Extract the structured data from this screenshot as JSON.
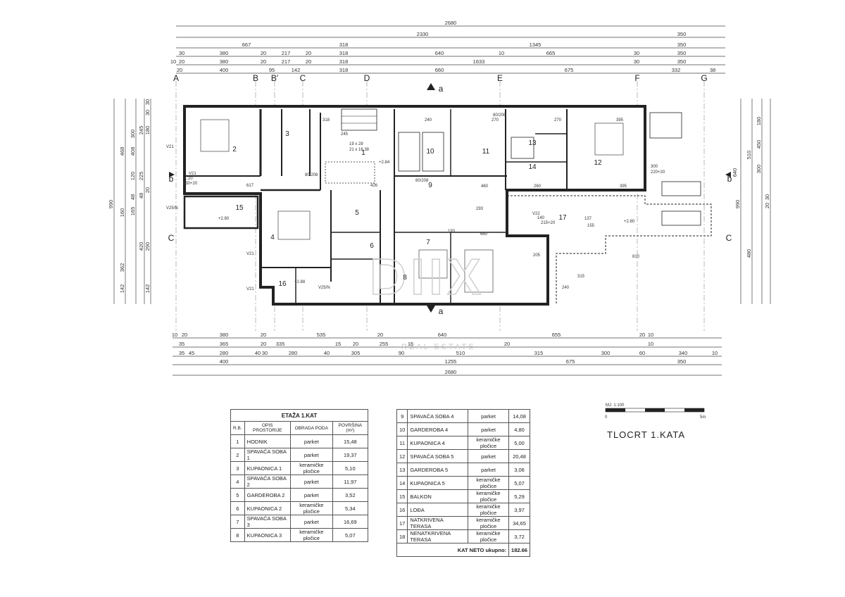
{
  "drawing": {
    "title": "TLOCRT 1.KATA",
    "scale_label": "MJ. 1:100",
    "scale_start": "0",
    "scale_end": "5m",
    "section_marker": "a",
    "section_side_marker": "b",
    "axes": [
      "A",
      "B",
      "B'",
      "C",
      "D",
      "E",
      "F",
      "G"
    ],
    "axis_side": "C",
    "top_dims": {
      "row1": [
        "2680"
      ],
      "row2": [
        "2330",
        "350"
      ],
      "row3": [
        "667",
        "318",
        "1345",
        "350"
      ],
      "row4": [
        "30",
        "380",
        "20",
        "217",
        "20",
        "318",
        "640",
        "10",
        "665",
        "30",
        "350"
      ],
      "row5": [
        "10",
        "20",
        "380",
        "20",
        "217",
        "20",
        "318",
        "1633",
        "30",
        "350"
      ],
      "row6": [
        "20",
        "400",
        "95",
        "142",
        "318",
        "660",
        "675",
        "332",
        "38"
      ]
    },
    "bottom_dims": {
      "row1": [
        "10",
        "20",
        "380",
        "20",
        "535",
        "20",
        "640",
        "655",
        "20",
        "10"
      ],
      "row2": [
        "35",
        "365",
        "20",
        "335",
        "15",
        "20",
        "255",
        "15",
        "20",
        "10"
      ],
      "row3": [
        "35",
        "45",
        "280",
        "40",
        "30",
        "280",
        "40",
        "305",
        "90",
        "510",
        "315",
        "300",
        "60",
        "340",
        "10"
      ],
      "row4": [
        "400",
        "1255",
        "675",
        "350"
      ],
      "row5": [
        "2680"
      ]
    },
    "left_dims": [
      "990",
      "468",
      "160",
      "362",
      "142",
      "300",
      "408",
      "120",
      "48",
      "165",
      "420",
      "245",
      "225",
      "48",
      "290",
      "180",
      "30",
      "30",
      "20",
      "142"
    ],
    "right_dims": [
      "990",
      "510",
      "480",
      "180",
      "450",
      "300",
      "640",
      "20",
      "30"
    ],
    "elevations": [
      "+2.84",
      "+2.80",
      "+2.88",
      "+2.80"
    ],
    "room_numbers": [
      "2",
      "3",
      "4",
      "5",
      "6",
      "7",
      "8",
      "9",
      "10",
      "11",
      "12",
      "13",
      "14",
      "15",
      "16",
      "17",
      "1"
    ],
    "plan_labels": [
      "617",
      "318",
      "245",
      "19 x 28",
      "21 x 16,38",
      "426",
      "80/208",
      "240",
      "270",
      "270",
      "395",
      "460",
      "260",
      "395",
      "193",
      "660",
      "293",
      "810",
      "205",
      "315",
      "137",
      "155",
      "240",
      "140",
      "215+20",
      "300",
      "220+20",
      "80/208",
      "80/208",
      "V21",
      "V21",
      "V25/N",
      "V21",
      "V25/N",
      "V22",
      "V21",
      "1:20",
      "130+20"
    ],
    "watermark": "DIIX",
    "watermark_sub": "REAL ESTATE"
  },
  "table": {
    "caption": "ETAŽA 1.KAT",
    "headers": {
      "rb": "R.B.",
      "opis": "OPIS PROSTORIJE",
      "obrada": "OBRADA PODA",
      "povrsina": "POVRŠINA (m²)"
    },
    "rows_left": [
      {
        "rb": "1",
        "name": "HODNIK",
        "floor": "parket",
        "area": "15,48"
      },
      {
        "rb": "2",
        "name": "SPAVAĆA SOBA 1",
        "floor": "parket",
        "area": "19,37"
      },
      {
        "rb": "3",
        "name": "KUPAONICA 1",
        "floor": "keramičke pločice",
        "area": "5,10"
      },
      {
        "rb": "4",
        "name": "SPAVAĆA SOBA 2",
        "floor": "parket",
        "area": "11,97"
      },
      {
        "rb": "5",
        "name": "GARDEROBA 2",
        "floor": "parket",
        "area": "3,52"
      },
      {
        "rb": "6",
        "name": "KUPAONICA 2",
        "floor": "keramičke pločice",
        "area": "5,34"
      },
      {
        "rb": "7",
        "name": "SPAVAĆA SOBA 3",
        "floor": "parket",
        "area": "16,69"
      },
      {
        "rb": "8",
        "name": "KUPAONICA 3",
        "floor": "keramičke pločice",
        "area": "5,07"
      }
    ],
    "rows_right": [
      {
        "rb": "9",
        "name": "SPAVAĆA SOBA 4",
        "floor": "parket",
        "area": "14,08"
      },
      {
        "rb": "10",
        "name": "GARDEROBA 4",
        "floor": "parket",
        "area": "4,80"
      },
      {
        "rb": "11",
        "name": "KUPAONICA 4",
        "floor": "keramičke pločice",
        "area": "5,00"
      },
      {
        "rb": "12",
        "name": "SPAVAĆA SOBA 5",
        "floor": "parket",
        "area": "20,48"
      },
      {
        "rb": "13",
        "name": "GARDEROBA 5",
        "floor": "parket",
        "area": "3,06"
      },
      {
        "rb": "14",
        "name": "KUPAONICA 5",
        "floor": "keramičke pločice",
        "area": "5,07"
      },
      {
        "rb": "15",
        "name": "BALKON",
        "floor": "keramičke pločice",
        "area": "5,29"
      },
      {
        "rb": "16",
        "name": "LOĐA",
        "floor": "keramičke pločice",
        "area": "3,97"
      },
      {
        "rb": "17",
        "name": "NATKRIVENA TERASA",
        "floor": "keramičke pločice",
        "area": "34,65"
      },
      {
        "rb": "18",
        "name": "NENATKRIVENA TERASA",
        "floor": "keramičke pločice",
        "area": "3,72"
      }
    ],
    "total_label": "KAT NETO ukupno:",
    "total_value": "182.66"
  }
}
